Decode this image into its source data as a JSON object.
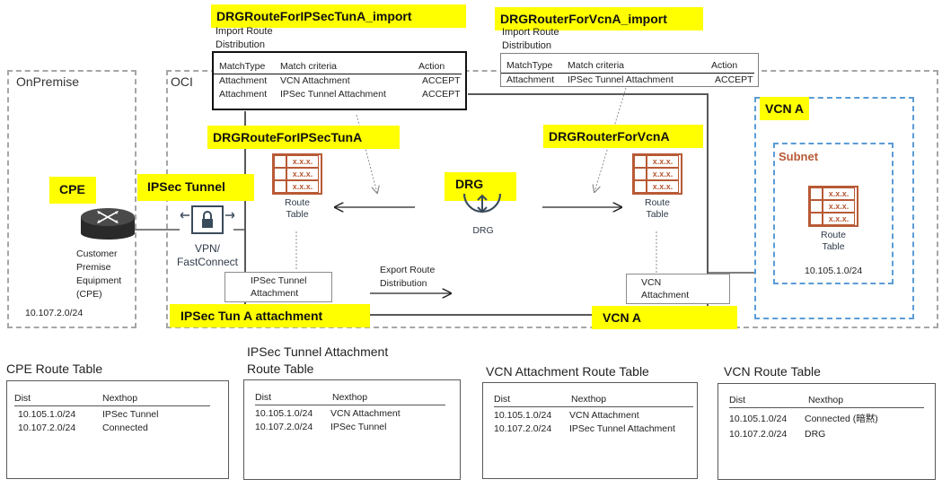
{
  "areas": {
    "onpremise": "OnPremise",
    "oci": "OCI",
    "vcn_title": "VCN A",
    "subnet_title": "Subnet",
    "subnet_cidr": "10.105.1.0/24"
  },
  "cpe": {
    "label": "CPE",
    "name_lines": [
      "Customer",
      "Premise",
      "Equipment",
      "(CPE)"
    ],
    "cidr": "10.107.2.0/24"
  },
  "ipsec": {
    "label": "IPSec Tunnel",
    "device_lines": [
      "VPN/",
      "FastConnect"
    ]
  },
  "drg": {
    "label": "DRG",
    "name": "DRG"
  },
  "route_table_icon": {
    "cell_text": "x.x.x.",
    "caption_lines": [
      "Route",
      "Table"
    ]
  },
  "labels": {
    "drg_rt_ipsec": "DRGRouteForIPSecTunA",
    "drg_rt_vcn": "DRGRouterForVcnA",
    "import_ipsec": "DRGRouteForIPSecTunA_import",
    "import_vcn": "DRGRouterForVcnA_import",
    "ipsec_attachment_hl": "IPSec Tun A attachment",
    "vcn_attachment_hl": "VCN A",
    "import_dist_lines": [
      "Import Route",
      "Distribution"
    ],
    "export_dist_lines": [
      "Export Route",
      "Distribution"
    ]
  },
  "attachments": {
    "ipsec_lines": [
      "IPSec Tunnel",
      "Attachment"
    ],
    "vcn_lines": [
      "VCN",
      "Attachment"
    ]
  },
  "policy_headers": {
    "type": "MatchType",
    "criteria": "Match criteria",
    "action": "Action"
  },
  "policy_ipsec": [
    {
      "type": "Attachment",
      "criteria": "VCN Attachment",
      "action": "ACCEPT"
    },
    {
      "type": "Attachment",
      "criteria": "IPSec Tunnel Attachment",
      "action": "ACCEPT"
    }
  ],
  "policy_vcn": [
    {
      "type": "Attachment",
      "criteria": "IPSec Tunnel Attachment",
      "action": "ACCEPT"
    }
  ],
  "route_tables": [
    {
      "title_lines": [
        "CPE Route Table"
      ],
      "headers": {
        "dist": "Dist",
        "next": "Nexthop"
      },
      "rows": [
        {
          "dist": "10.105.1.0/24",
          "next": "IPSec Tunnel"
        },
        {
          "dist": "10.107.2.0/24",
          "next": "Connected"
        }
      ]
    },
    {
      "title_lines": [
        "IPSec Tunnel Attachment",
        "Route Table"
      ],
      "headers": {
        "dist": "Dist",
        "next": "Nexthop"
      },
      "rows": [
        {
          "dist": "10.105.1.0/24",
          "next": "VCN Attachment"
        },
        {
          "dist": "10.107.2.0/24",
          "next": "IPSec Tunnel"
        }
      ]
    },
    {
      "title_lines": [
        "VCN Attachment Route Table"
      ],
      "headers": {
        "dist": "Dist",
        "next": "Nexthop"
      },
      "rows": [
        {
          "dist": "10.105.1.0/24",
          "next": "VCN Attachment"
        },
        {
          "dist": "10.107.2.0/24",
          "next": "IPSec Tunnel Attachment"
        }
      ]
    },
    {
      "title_lines": [
        "VCN Route Table"
      ],
      "headers": {
        "dist": "Dist",
        "next": "Nexthop"
      },
      "rows": [
        {
          "dist": "10.105.1.0/24",
          "next": "Connected (暗黙)"
        },
        {
          "dist": "10.107.2.0/24",
          "next": "DRG"
        }
      ]
    }
  ],
  "colors": {
    "highlight": "#ffff00",
    "vcn_border": "#5b9bd5",
    "route_table": "#b85a35",
    "dashed_gray": "#a6a6a6"
  }
}
